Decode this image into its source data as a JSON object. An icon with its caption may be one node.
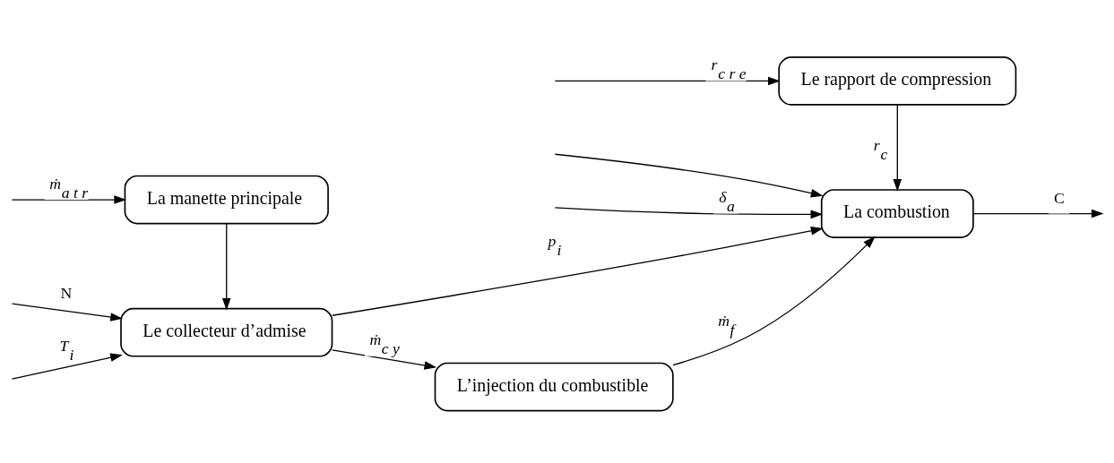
{
  "diagram": {
    "nodes": [
      {
        "text": [
          "La manette principale"
        ]
      },
      {
        "text": [
          "Le rapport de compression"
        ]
      },
      {
        "text": [
          "Le collecteur d’admise"
        ]
      },
      {
        "text": [
          "L’injection du combustible"
        ]
      },
      {
        "text": [
          "La combustion"
        ]
      }
    ],
    "edges": [
      {
        "from": null,
        "to": 0,
        "arrow": "to",
        "label": "ṁ$_{a t r}$"
      },
      {
        "from": null,
        "to": 1,
        "arrow": "to",
        "label": "r$_{c r e}$"
      },
      {
        "from": 0,
        "to": 2,
        "arrow": "to"
      },
      {
        "from": 1,
        "to": 4,
        "arrow": "to",
        "label": "r$_{c}$"
      },
      {
        "from": null,
        "to": 2,
        "arrow": "to",
        "label": "T$_{i}$"
      },
      {
        "from": null,
        "to": 2,
        "arrow": "to",
        "label": "N"
      },
      {
        "from": 2,
        "to": 3,
        "arrow": "to",
        "label": "ṁ$_{c y}$"
      },
      {
        "from": 3,
        "to": 4,
        "arrow": "to",
        "label": "ṁ$_{f}$"
      },
      {
        "from": 2,
        "to": 4,
        "arrow": "to",
        "label": "p$_{i}$"
      },
      {
        "from": null,
        "to": 4,
        "arrow": "to"
      },
      {
        "from": null,
        "to": 4,
        "arrow": "to",
        "label": "δ$_{a}$"
      },
      {
        "from": 4,
        "to": null,
        "arrow": "to",
        "label": "C"
      }
    ]
  }
}
